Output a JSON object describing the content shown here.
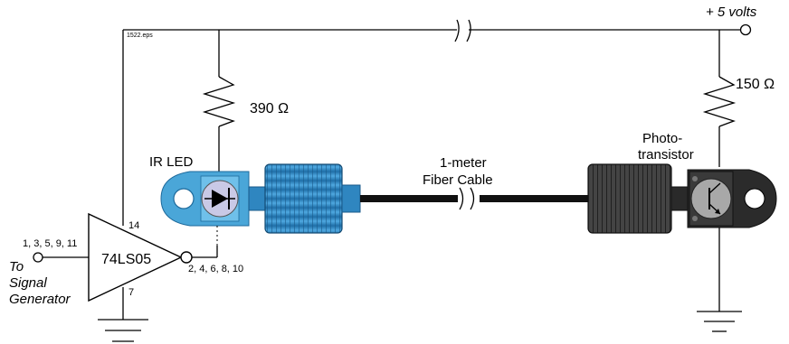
{
  "labels": {
    "file_tag": "1522.eps",
    "supply": "+ 5 volts",
    "r1": "390 Ω",
    "r2": "150 Ω",
    "ir_led": "IR LED",
    "cable_line1": "1-meter",
    "cable_line2": "Fiber Cable",
    "photo_line1": "Photo-",
    "photo_line2": "transistor",
    "ic_name": "74LS05",
    "pin_vcc": "14",
    "pin_gnd": "7",
    "inputs": "1, 3, 5, 9, 11",
    "outputs": "2, 4, 6, 8, 10",
    "signal_line1": "To",
    "signal_line2": "Signal",
    "signal_line3": "Generator"
  },
  "colors": {
    "wire": "#000000",
    "led_housing": "#4aa6d8",
    "connector_blue": "#2f86c0",
    "connector_dark": "#3a3a3a",
    "phototransistor_housing": "#2b2b2b"
  }
}
